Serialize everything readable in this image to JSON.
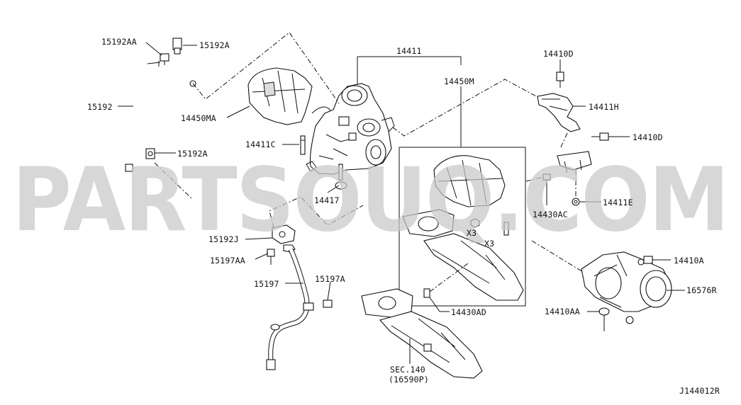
{
  "diagram": {
    "reference_code": "J144012R",
    "watermark": "PARTSOUQ.COM",
    "callouts": [
      {
        "id": "c1",
        "text": "15192AA"
      },
      {
        "id": "c2",
        "text": "15192A"
      },
      {
        "id": "c3",
        "text": "15192"
      },
      {
        "id": "c4",
        "text": "15192A"
      },
      {
        "id": "c5",
        "text": "14411"
      },
      {
        "id": "c6",
        "text": "14450M"
      },
      {
        "id": "c7",
        "text": "14450MA"
      },
      {
        "id": "c8",
        "text": "14411C"
      },
      {
        "id": "c9",
        "text": "14417"
      },
      {
        "id": "c10",
        "text": "14410D"
      },
      {
        "id": "c11",
        "text": "14411H"
      },
      {
        "id": "c12",
        "text": "14410D"
      },
      {
        "id": "c13",
        "text": "14411E"
      },
      {
        "id": "c14",
        "text": "14430AC"
      },
      {
        "id": "c15",
        "text": "X3"
      },
      {
        "id": "c16",
        "text": "X3"
      },
      {
        "id": "c17",
        "text": "15192J"
      },
      {
        "id": "c18",
        "text": "15197AA"
      },
      {
        "id": "c19",
        "text": "15197"
      },
      {
        "id": "c20",
        "text": "15197A"
      },
      {
        "id": "c21",
        "text": "14430AD"
      },
      {
        "id": "c22",
        "text": "14410A"
      },
      {
        "id": "c23",
        "text": "16576R"
      },
      {
        "id": "c24",
        "text": "14410AA"
      },
      {
        "id": "c25",
        "text": "SEC.140"
      },
      {
        "id": "c26",
        "text": "(16590P)"
      }
    ]
  },
  "colors": {
    "line": "#111111",
    "watermark": "#c8c8c8",
    "background": "#ffffff"
  }
}
